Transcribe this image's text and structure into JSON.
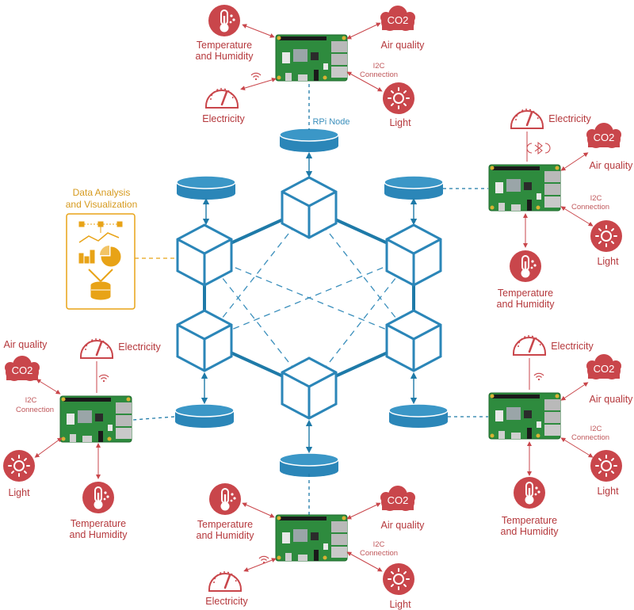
{
  "labels": {
    "temperature_line1": "Temperature",
    "temperature_line2": "and Humidity",
    "air_quality": "Air quality",
    "co2": "CO2",
    "i2c_line1": "I2C",
    "i2c_line2": "Connection",
    "electricity": "Electricity",
    "light": "Light",
    "rpi_node": "RPi Node",
    "data_analysis_line1": "Data Analysis",
    "data_analysis_line2": "and Visualization"
  },
  "colors": {
    "sensor_red": "#c9464b",
    "label_red": "#b5383c",
    "network_blue": "#1e7aa8",
    "disk_blue": "#2b86b8",
    "analysis_gold": "#e8a317",
    "board_green": "#2e8b3e"
  },
  "icons": {
    "thermometer": "thermometer-icon",
    "co2_cloud": "co2-cloud-icon",
    "gauge": "gauge-icon",
    "sun": "sun-icon",
    "wifi": "wifi-icon",
    "bluetooth": "bluetooth-icon",
    "raspberry_pi": "raspberry-pi-board-icon",
    "database": "database-disk-icon",
    "cube": "cube-node-icon"
  }
}
